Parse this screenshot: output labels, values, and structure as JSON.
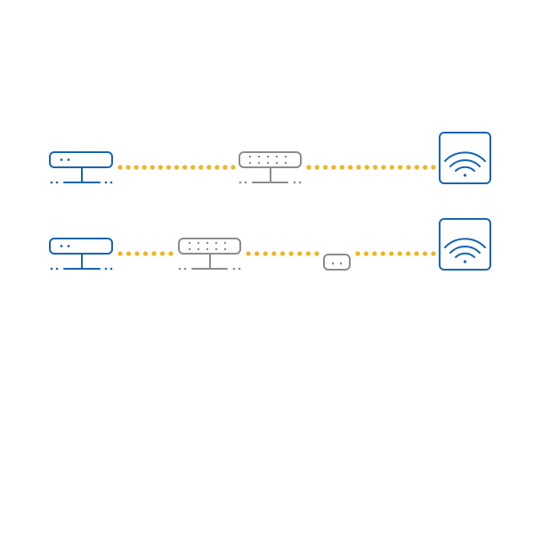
{
  "colors": {
    "router": "#1565b4",
    "switch": "#8c8c8c",
    "coupler": "#8c8c8c",
    "access_point": "#1565b4",
    "cable": "#f0b323",
    "background": "#ffffff"
  },
  "rows": [
    {
      "name": "router-switch-ap",
      "devices": [
        {
          "kind": "router",
          "icon": "router-icon"
        },
        {
          "kind": "switch",
          "icon": "switch-icon"
        },
        {
          "kind": "access_point",
          "icon": "wifi-access-point-icon"
        }
      ]
    },
    {
      "name": "router-switch-coupler-ap",
      "devices": [
        {
          "kind": "router",
          "icon": "router-icon"
        },
        {
          "kind": "switch",
          "icon": "switch-icon"
        },
        {
          "kind": "coupler",
          "icon": "ethernet-coupler-icon"
        },
        {
          "kind": "access_point",
          "icon": "wifi-access-point-icon"
        }
      ]
    }
  ]
}
